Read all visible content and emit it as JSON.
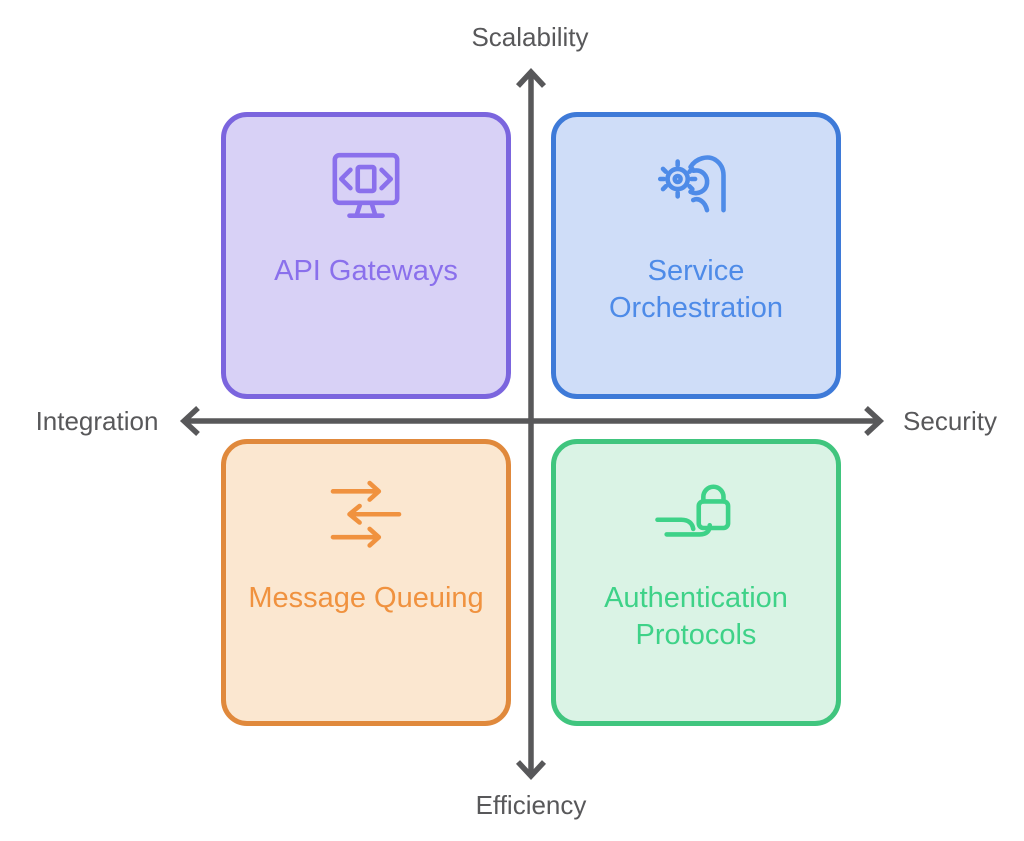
{
  "axes": {
    "color": "#58585a",
    "top_label": "Scalability",
    "bottom_label": "Efficiency",
    "left_label": "Integration",
    "right_label": "Security"
  },
  "quadrants": [
    {
      "position": "top-left",
      "label": "API Gateways",
      "icon": "monitor-code-icon",
      "fill": "#d8d1f6",
      "border": "#7b65de",
      "accent": "#8a70ec"
    },
    {
      "position": "top-right",
      "label": "Service Orchestration",
      "icon": "hand-holding-gear-icon",
      "fill": "#cfddf8",
      "border": "#3e7ad8",
      "accent": "#4e8be8"
    },
    {
      "position": "bottom-left",
      "label": "Message Queuing",
      "icon": "data-transfer-arrows-icon",
      "fill": "#fbe7d0",
      "border": "#e0893c",
      "accent": "#f0923f"
    },
    {
      "position": "bottom-right",
      "label": "Authentication Protocols",
      "icon": "hand-holding-lock-icon",
      "fill": "#daf3e5",
      "border": "#40c57e",
      "accent": "#3ed288"
    }
  ]
}
